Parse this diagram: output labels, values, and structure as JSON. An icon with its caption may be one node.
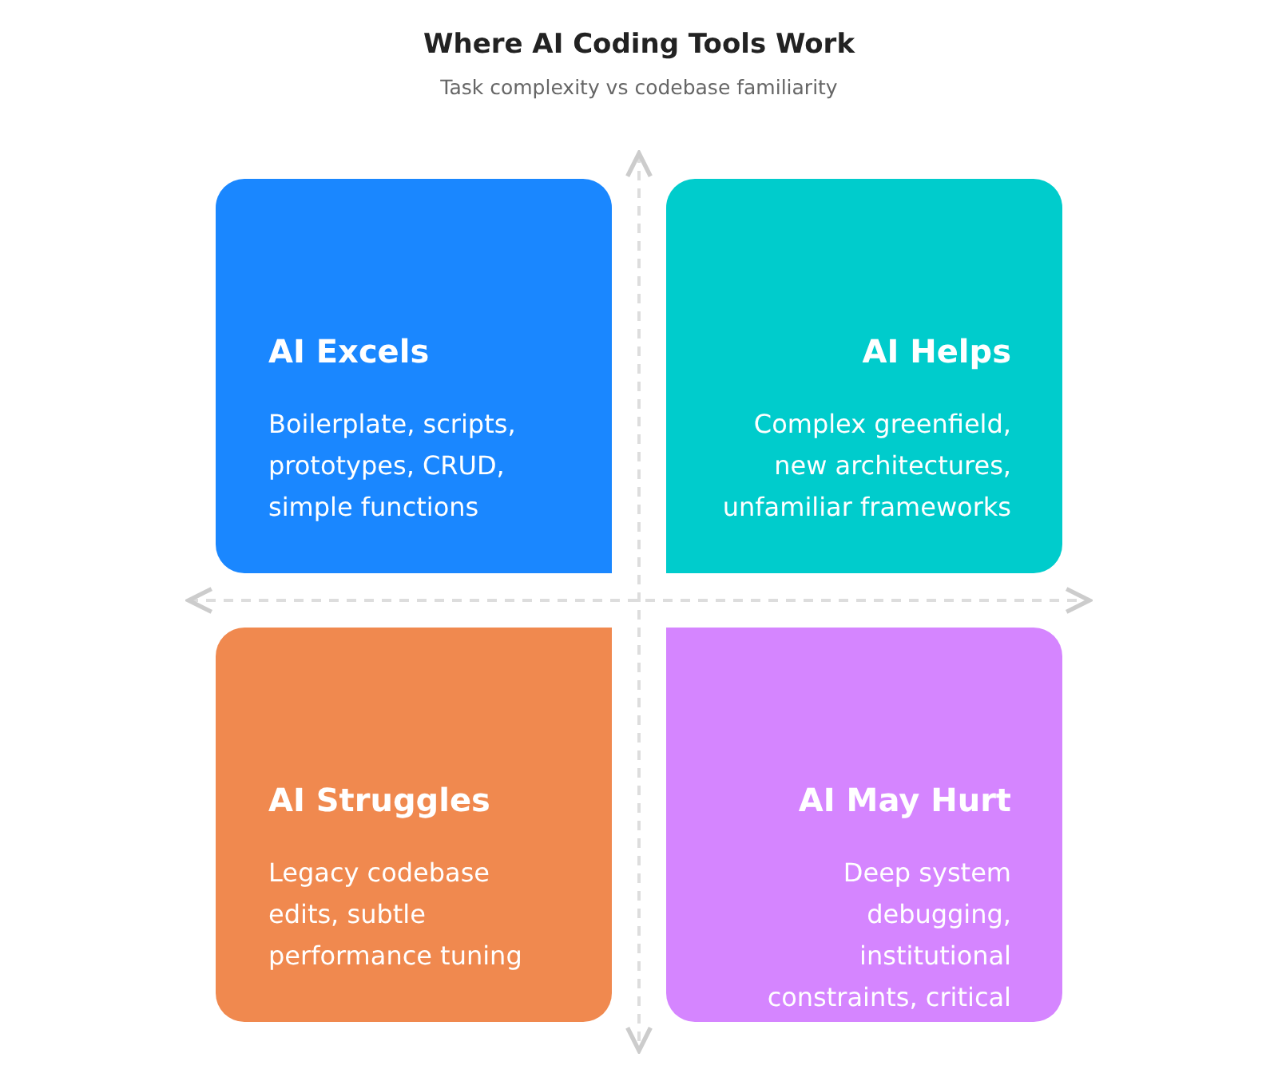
{
  "diagram": {
    "title": "Where AI Coding Tools Work",
    "caption": "Task complexity vs codebase familiarity",
    "nodes": [
      {
        "text": [
          "AI Excels",
          "Boilerplate, scripts, prototypes, CRUD, simple functions"
        ]
      },
      {
        "text": [
          "AI Helps",
          "Complex greenfield, new architectures, unfamiliar frameworks"
        ]
      },
      {
        "text": [
          "AI Struggles",
          "Legacy codebase edits, subtle performance tuning"
        ]
      },
      {
        "text": [
          "AI May Hurt",
          "Deep system debugging, institutional constraints, critical"
        ]
      }
    ]
  }
}
